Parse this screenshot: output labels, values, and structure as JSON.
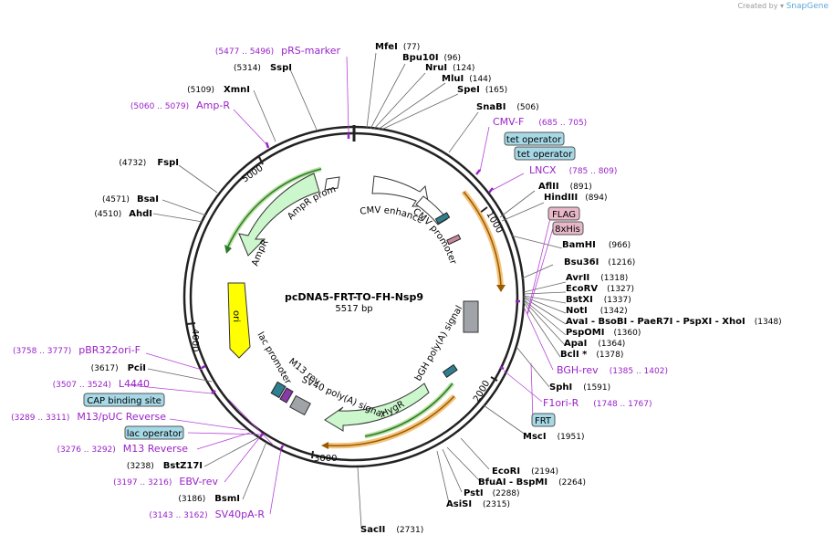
{
  "credit": {
    "prefix": "Created by",
    "brand": "SnapGene"
  },
  "plasmid": {
    "name": "pcDNA5-FRT-TO-FH-Nsp9",
    "size_label": "5517 bp",
    "length": 5517
  },
  "ticks": [
    "1000",
    "2000",
    "3000",
    "4000",
    "5000"
  ],
  "features": [
    {
      "label": "AmpR promoter",
      "color": "#ffffff"
    },
    {
      "label": "AmpR",
      "color": "#ccf6cc"
    },
    {
      "label": "CMV enhancer",
      "color": "#ffffff"
    },
    {
      "label": "CMV promoter",
      "color": "#ffffff"
    },
    {
      "label": "ori",
      "color": "#ffff00"
    },
    {
      "label": "lac promoter",
      "color": "#ffffff"
    },
    {
      "label": "M13 rev",
      "color": "#ffffff"
    },
    {
      "label": "SV40 poly(A) signal",
      "color": "#ccf6cc"
    },
    {
      "label": "bGH poly(A) signal",
      "color": "#a0a4a8"
    },
    {
      "label": "HygR",
      "color": "#ccf6cc"
    }
  ],
  "enzymes_right": [
    {
      "name": "MfeI",
      "pos": "(77)"
    },
    {
      "name": "Bpu10I",
      "pos": "(96)"
    },
    {
      "name": "NruI",
      "pos": "(124)"
    },
    {
      "name": "MluI",
      "pos": "(144)"
    },
    {
      "name": "SpeI",
      "pos": "(165)"
    },
    {
      "name": "SnaBI",
      "pos": "(506)"
    },
    {
      "name": "AflII",
      "pos": "(891)"
    },
    {
      "name": "HindIII",
      "pos": "(894)"
    },
    {
      "name": "BamHI",
      "pos": "(966)"
    },
    {
      "name": "Bsu36I",
      "pos": "(1216)"
    },
    {
      "name": "AvrII",
      "pos": "(1318)"
    },
    {
      "name": "EcoRV",
      "pos": "(1327)"
    },
    {
      "name": "BstXI",
      "pos": "(1337)"
    },
    {
      "name": "NotI",
      "pos": "(1342)"
    },
    {
      "name": "AvaI - BsoBI - PaeR7I - PspXI - XhoI",
      "pos": "(1348)"
    },
    {
      "name": "PspOMI",
      "pos": "(1360)"
    },
    {
      "name": "ApaI",
      "pos": "(1364)"
    },
    {
      "name": "BclI *",
      "pos": "(1378)"
    },
    {
      "name": "SphI",
      "pos": "(1591)"
    },
    {
      "name": "MscI",
      "pos": "(1951)"
    },
    {
      "name": "EcoRI",
      "pos": "(2194)"
    },
    {
      "name": "BfuAI - BspMI",
      "pos": "(2264)"
    },
    {
      "name": "PstI",
      "pos": "(2288)"
    },
    {
      "name": "AsiSI",
      "pos": "(2315)"
    },
    {
      "name": "SacII",
      "pos": "(2731)"
    }
  ],
  "enzymes_left": [
    {
      "name": "SspI",
      "pos": "(5314)"
    },
    {
      "name": "XmnI",
      "pos": "(5109)"
    },
    {
      "name": "FspI",
      "pos": "(4732)"
    },
    {
      "name": "BsaI",
      "pos": "(4571)"
    },
    {
      "name": "AhdI",
      "pos": "(4510)"
    },
    {
      "name": "PciI",
      "pos": "(3617)"
    },
    {
      "name": "BstZ17I",
      "pos": "(3238)"
    },
    {
      "name": "BsmI",
      "pos": "(3186)"
    }
  ],
  "primers": [
    {
      "name": "pRS-marker",
      "range": "(5477 .. 5496)"
    },
    {
      "name": "Amp-R",
      "range": "(5060 .. 5079)"
    },
    {
      "name": "CMV-F",
      "range": "(685 .. 705)"
    },
    {
      "name": "LNCX",
      "range": "(785 .. 809)"
    },
    {
      "name": "BGH-rev",
      "range": "(1385 .. 1402)"
    },
    {
      "name": "F1ori-R",
      "range": "(1748 .. 1767)"
    },
    {
      "name": "pBR322ori-F",
      "range": "(3758 .. 3777)"
    },
    {
      "name": "L4440",
      "range": "(3507 .. 3524)"
    },
    {
      "name": "M13/pUC Reverse",
      "range": "(3289 .. 3311)"
    },
    {
      "name": "M13 Reverse",
      "range": "(3276 .. 3292)"
    },
    {
      "name": "EBV-rev",
      "range": "(3197 .. 3216)"
    },
    {
      "name": "SV40pA-R",
      "range": "(3143 .. 3162)"
    }
  ],
  "boxed_features": [
    {
      "name": "tet operator",
      "color": "#a6d8e6"
    },
    {
      "name": "tet operator",
      "color": "#a6d8e6"
    },
    {
      "name": "FLAG",
      "color": "#e8b8c8"
    },
    {
      "name": "8xHis",
      "color": "#e8b8c8"
    },
    {
      "name": "FRT",
      "color": "#a6d8e6"
    },
    {
      "name": "CAP binding site",
      "color": "#a6d8e6"
    },
    {
      "name": "lac operator",
      "color": "#a6d8e6"
    }
  ]
}
